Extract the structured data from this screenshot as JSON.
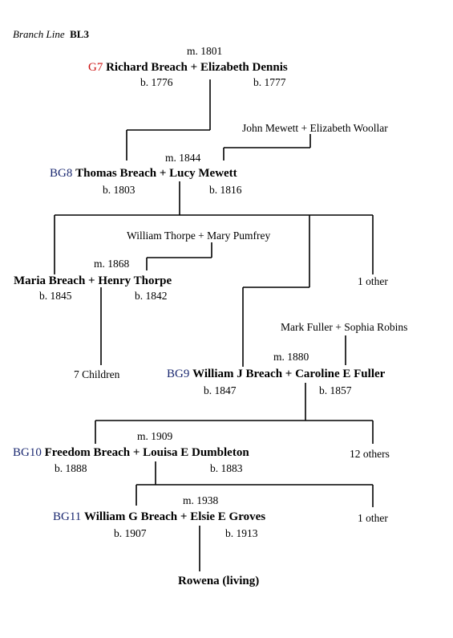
{
  "header": {
    "label": "Branch Line",
    "code": "BL3"
  },
  "g7": {
    "marriage": "m. 1801",
    "gen": "G7",
    "couple": "Richard Breach + Elizabeth Dennis",
    "born1": "b. 1776",
    "born2": "b. 1777"
  },
  "mewett_parents": "John Mewett + Elizabeth Woollar",
  "bg8": {
    "marriage": "m. 1844",
    "gen": "BG8",
    "couple": "Thomas Breach + Lucy Mewett",
    "born1": "b. 1803",
    "born2": "b. 1816"
  },
  "thorpe_parents": "William Thorpe + Mary Pumfrey",
  "maria": {
    "marriage": "m. 1868",
    "couple": "Maria Breach + Henry Thorpe",
    "born1": "b. 1845",
    "born2": "b. 1842",
    "children": "7 Children"
  },
  "bg8_other": "1 other",
  "fuller_parents": "Mark Fuller + Sophia Robins",
  "bg9": {
    "marriage": "m. 1880",
    "gen": "BG9",
    "couple": "William J Breach + Caroline E Fuller",
    "born1": "b. 1847",
    "born2": "b. 1857"
  },
  "bg10": {
    "marriage": "m. 1909",
    "gen": "BG10",
    "couple": "Freedom Breach + Louisa E Dumbleton",
    "born1": "b. 1888",
    "born2": "b. 1883",
    "others": "12 others"
  },
  "bg11": {
    "marriage": "m. 1938",
    "gen": "BG11",
    "couple": "William G Breach + Elsie E Groves",
    "born1": "b. 1907",
    "born2": "b. 1913",
    "others": "1 other"
  },
  "descendant": "Rowena (living)"
}
